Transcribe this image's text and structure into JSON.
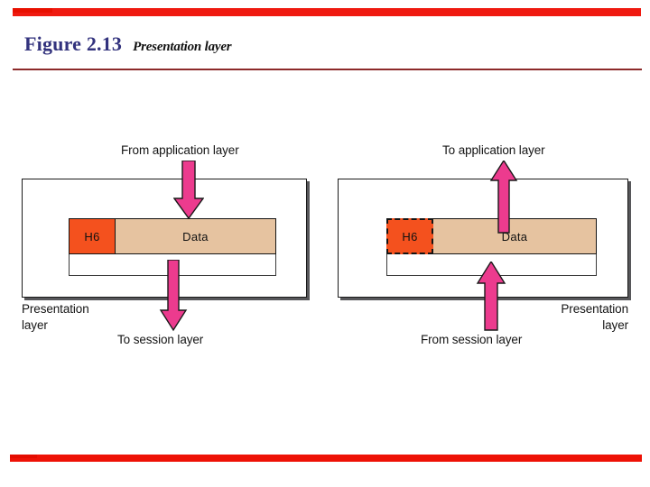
{
  "header": {
    "figure_number": "Figure 2.13",
    "caption": "Presentation layer",
    "title_color": "#32327d",
    "rule_color": "#ef1a10",
    "hr_color": "#8c2a2a"
  },
  "colors": {
    "header_segment": "#f4511e",
    "data_segment": "#e6c3a0",
    "arrow_pink": "#ec3b8e",
    "arrow_outline": "#1a1a1a",
    "box_border": "#1a1a1a",
    "box_shadow": "#57575a"
  },
  "diagram": {
    "left_panel": {
      "name": "sending-side",
      "top_label": "From application layer",
      "bottom_label": "To session layer",
      "layer_label_line1": "Presentation",
      "layer_label_line2": "layer",
      "header_segment_label": "H6",
      "data_segment_label": "Data",
      "header_segment_style": "solid",
      "top_arrow_direction": "down",
      "bottom_arrow_direction": "down"
    },
    "right_panel": {
      "name": "receiving-side",
      "top_label": "To application layer",
      "bottom_label": "From session layer",
      "layer_label_line1": "Presentation",
      "layer_label_line2": "layer",
      "header_segment_label": "H6",
      "data_segment_label": "Data",
      "header_segment_style": "dashed",
      "top_arrow_direction": "up",
      "bottom_arrow_direction": "up"
    }
  }
}
